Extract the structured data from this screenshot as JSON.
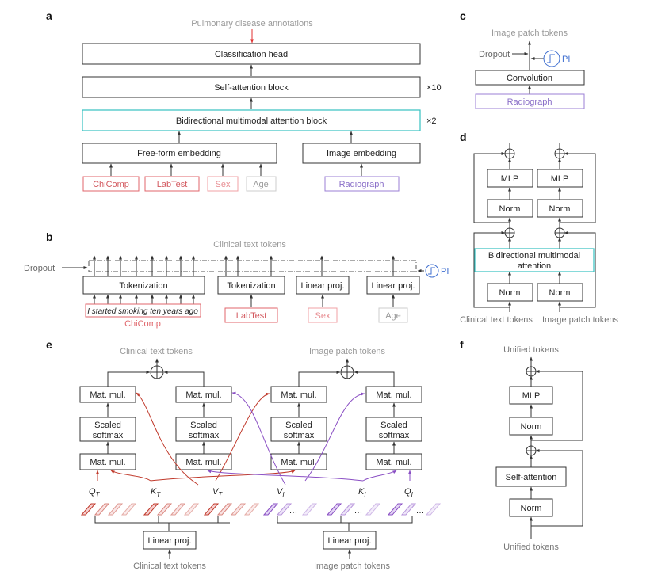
{
  "panel_a": {
    "letter": "a",
    "top_label": "Pulmonary disease annotations",
    "classification_head": "Classification head",
    "self_attention_block": "Self-attention block",
    "self_attention_repeat": "×10",
    "bimodal_block": "Bidirectional multimodal attention block",
    "bimodal_repeat": "×2",
    "freeform_embedding": "Free-form embedding",
    "image_embedding": "Image embedding",
    "inputs": [
      "ChiComp",
      "LabTest",
      "Sex",
      "Age"
    ],
    "radiograph": "Radiograph"
  },
  "panel_b": {
    "letter": "b",
    "top_label": "Clinical text tokens",
    "dropout": "Dropout",
    "pi": "PI",
    "tokenization1": "Tokenization",
    "tokenization2": "Tokenization",
    "ellipsis": "…",
    "linear1": "Linear proj.",
    "linear2": "Linear proj.",
    "sentence": "I started smoking ten years ago",
    "chicomp": "ChiComp",
    "labtest": "LabTest",
    "sex": "Sex",
    "age": "Age"
  },
  "panel_c": {
    "letter": "c",
    "top_label": "Image patch tokens",
    "dropout": "Dropout",
    "pi": "PI",
    "convolution": "Convolution",
    "radiograph": "Radiograph"
  },
  "panel_d": {
    "letter": "d",
    "mlp": "MLP",
    "norm": "Norm",
    "bimodal_line1": "Bidirectional multimodal",
    "bimodal_line2": "attention",
    "bottom_left": "Clinical text tokens",
    "bottom_right": "Image patch tokens"
  },
  "panel_e": {
    "letter": "e",
    "top_left": "Clinical text tokens",
    "top_right": "Image patch tokens",
    "matmul": "Mat. mul.",
    "scaled": "Scaled",
    "softmax": "softmax",
    "q_t": "Q",
    "k_t": "K",
    "v_t": "V",
    "sub_t": "T",
    "v_i": "V",
    "k_i": "K",
    "q_i": "Q",
    "sub_i": "I",
    "linear": "Linear proj.",
    "bottom_left": "Clinical text tokens",
    "bottom_right": "Image patch tokens",
    "ellipsis": "…"
  },
  "panel_f": {
    "letter": "f",
    "top_label": "Unified tokens",
    "mlp": "MLP",
    "norm": "Norm",
    "self_attention": "Self-attention",
    "bottom_label": "Unified tokens"
  },
  "colors": {
    "red": "#e0666b",
    "dark_red": "#c0392b",
    "teal": "#35c0c0",
    "purple": "#9b7fd4",
    "dark_purple": "#8a4fc4",
    "light_red": "#f0a0a4",
    "arrow_red": "#e03030",
    "pi_blue": "#3f6fd0"
  }
}
